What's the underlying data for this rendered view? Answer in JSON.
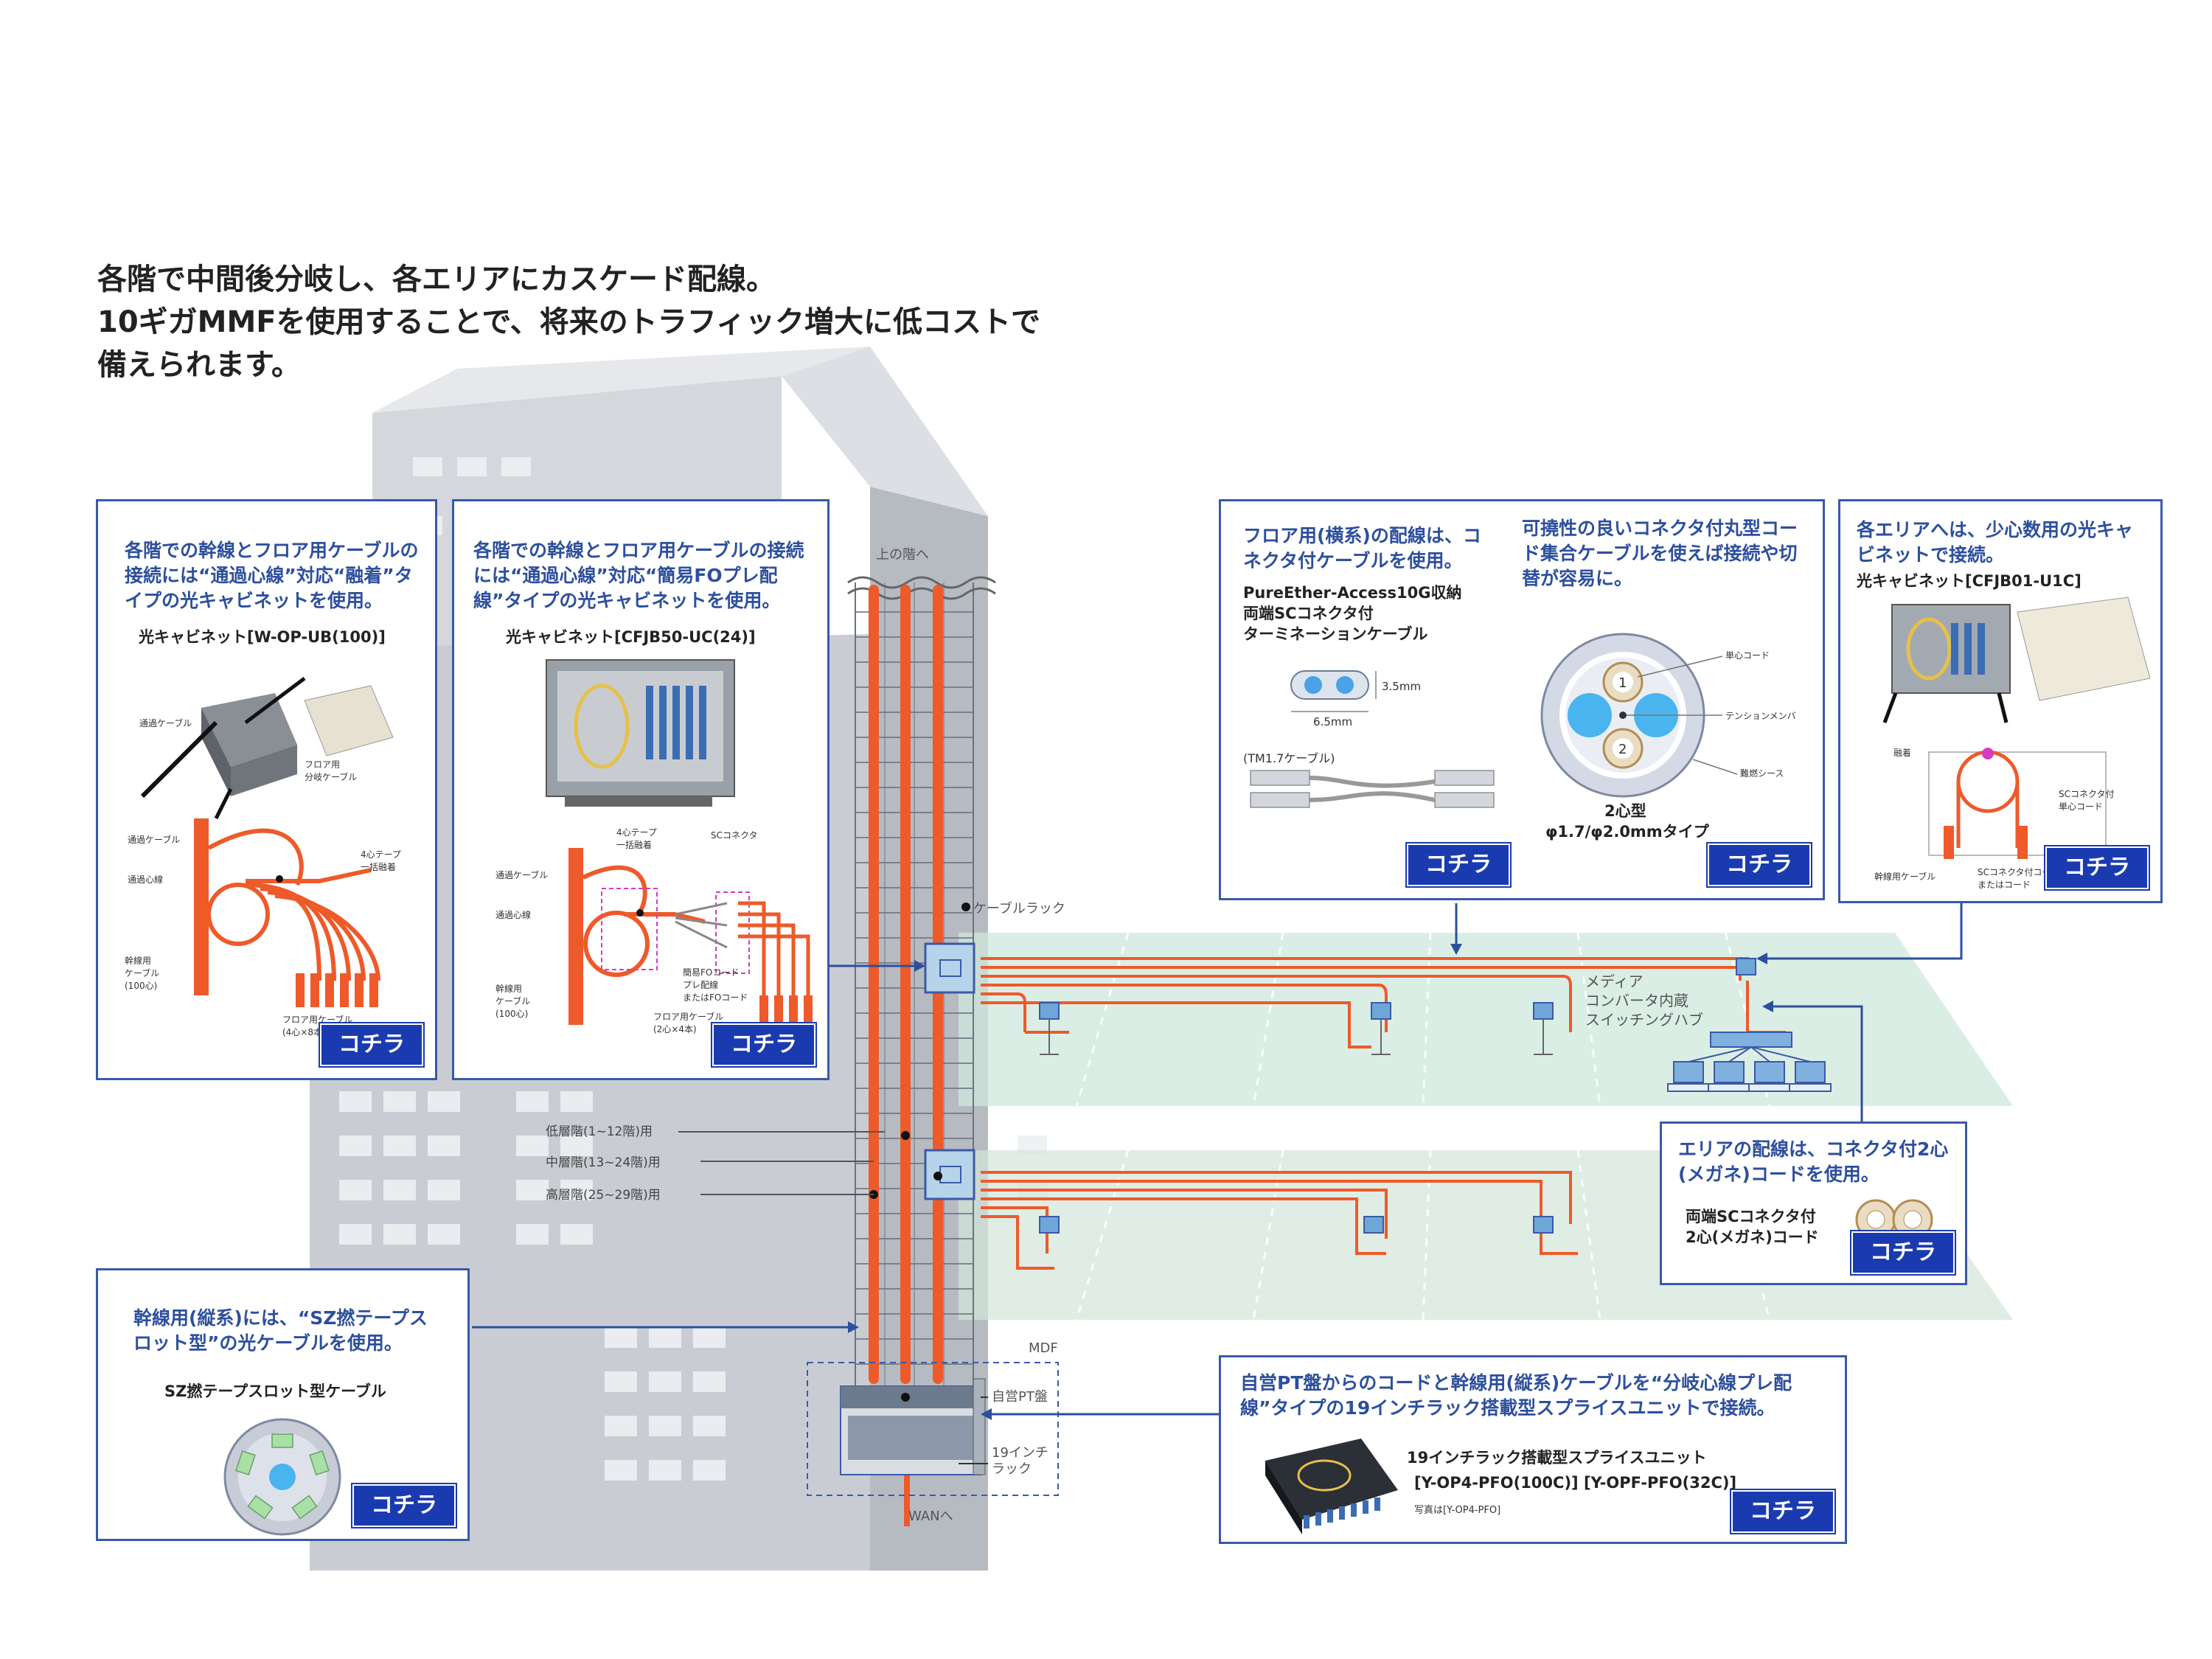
{
  "heading": {
    "line1": "各階で中間後分岐し、各エリアにカスケード配線。",
    "line2": "10ギガMMFを使用することで、将来のトラフィック増大に低コストで",
    "line3": "備えられます。"
  },
  "building": {
    "upper_floor": "上の階へ",
    "cable_rack": "ケーブルラック",
    "low_floors": "低層階(1~12階)用",
    "mid_floors": "中層階(13~24階)用",
    "high_floors": "高層階(25~29階)用",
    "mdf": "MDF",
    "pt_panel": "自営PT盤",
    "rack_19": "19インチ\nラック",
    "wan": "WANへ"
  },
  "floor": {
    "media_converter": "メディア\nコンバータ内蔵\nスイッチングハブ"
  },
  "cards": {
    "fusion": {
      "title": "各階での幹線とフロア用ケーブルの接続には“通過心線”対応“融着”タイプの光キャビネットを使用。",
      "product": "光キャビネット[W-OP-UB(100)]",
      "labels": [
        "通過ケーブル",
        "フロア用\n分岐ケーブル",
        "通過ケーブル",
        "通過心線",
        "4心テープ\n一括融着",
        "幹線用\nケーブル\n(100心)",
        "フロア用ケーブル\n(4心×8本)"
      ],
      "button": "コチラ"
    },
    "pre": {
      "title": "各階での幹線とフロア用ケーブルの接続には“通過心線”対応“簡易FOプレ配線”タイプの光キャビネットを使用。",
      "product": "光キャビネット[CFJB50-UC(24)]",
      "labels": [
        "4心テープ\n一括融着",
        "SCコネクタ",
        "通過ケーブル",
        "通過心線",
        "簡易FOコード\nプレ配線\nまたはFOコード",
        "幹線用\nケーブル\n(100心)",
        "フロア用ケーブル\n(2心×4本)"
      ],
      "button": "コチラ"
    },
    "floor_cable": {
      "title_left": "フロア用(横系)の配線は、コネクタ付ケーブルを使用。",
      "title_right": "可撓性の良いコネクタ付丸型コード集合ケーブルを使えば接続や切替が容易に。",
      "product_line1": "PureEther-Access10G収納",
      "product_line2": "両端SCコネクタ付",
      "product_line3": "ターミネーションケーブル",
      "dim_h": "3.5mm",
      "dim_w": "6.5mm",
      "tm": "(TM1.7ケーブル)",
      "core_labels": [
        "単心コード",
        "テンションメンバ",
        "難燃シース"
      ],
      "type_line1": "2心型",
      "type_line2": "φ1.7/φ2.0mmタイプ",
      "button_left": "コチラ",
      "button_right": "コチラ"
    },
    "small_core": {
      "title": "各エリアへは、少心数用の光キャビネットで接続。",
      "product": "光キャビネット[CFJB01-U1C]",
      "labels": [
        "融着",
        "SCコネクタ付\n単心コード",
        "幹線用ケーブル",
        "SCコネクタ付コード\nまたはコード"
      ],
      "button": "コチラ"
    },
    "area_wiring": {
      "title": "エリアの配線は、コネクタ付2心(メガネ)コードを使用。",
      "product": "両端SCコネクタ付\n2心(メガネ)コード",
      "button": "コチラ"
    },
    "trunk": {
      "title": "幹線用(縦系)には、“SZ撚テープスロット型”の光ケーブルを使用。",
      "product": "SZ撚テープスロット型ケーブル",
      "button": "コチラ"
    },
    "splice": {
      "title": "自営PT盤からのコードと幹線用(縦系)ケーブルを“分岐心線プレ配線”タイプの19インチラック搭載型スプライスユニットで接続。",
      "product": "19インチラック搭載型スプライスユニット",
      "models": "[Y-OP4-PFO(100C)]  [Y-OPF-PFO(32C)]",
      "photo": "写真は[Y-OP4-PFO]",
      "button": "コチラ"
    }
  },
  "colors": {
    "accent": "#1a3bb0",
    "border": "#3a5aa8",
    "cable": "#ee5a2a",
    "title": "#2d4f9e",
    "floor": "#cfe8dc",
    "building": "#c8ccd2"
  }
}
